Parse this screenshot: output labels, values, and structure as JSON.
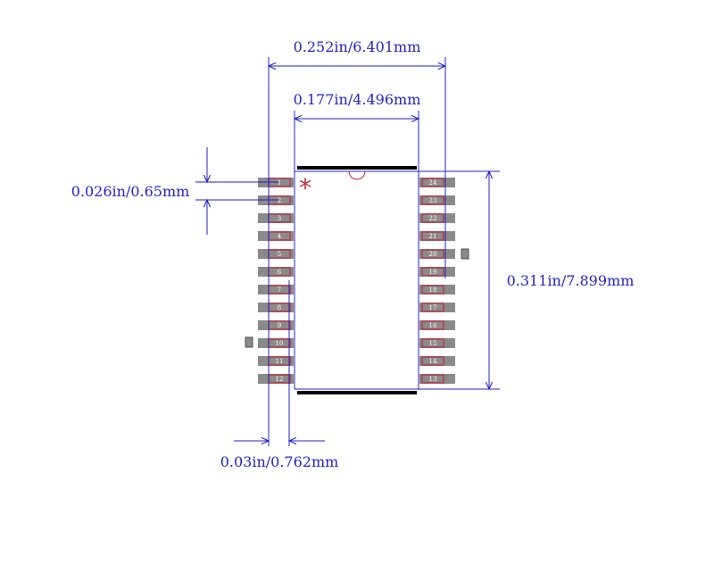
{
  "dimensions": {
    "overall_width": "0.252in/6.401mm",
    "body_width": "0.177in/4.496mm",
    "pitch": "0.026in/0.65mm",
    "body_length": "0.311in/7.899mm",
    "pad_length": "0.03in/0.762mm"
  },
  "pin1_marker": "*",
  "left_pins": [
    "1",
    "2",
    "3",
    "4",
    "5",
    "6",
    "7",
    "8",
    "9",
    "10",
    "11",
    "12"
  ],
  "right_pins": [
    "24",
    "23",
    "22",
    "21",
    "20",
    "19",
    "18",
    "17",
    "16",
    "15",
    "14",
    "13"
  ],
  "colors": {
    "dimension": "#2222cc",
    "pad_fill": "#8a8a8a",
    "pad_outline": "#c0283a",
    "pin1_marker": "#c0283a",
    "body_outline": "#2222cc",
    "silkscreen": "#000000"
  }
}
